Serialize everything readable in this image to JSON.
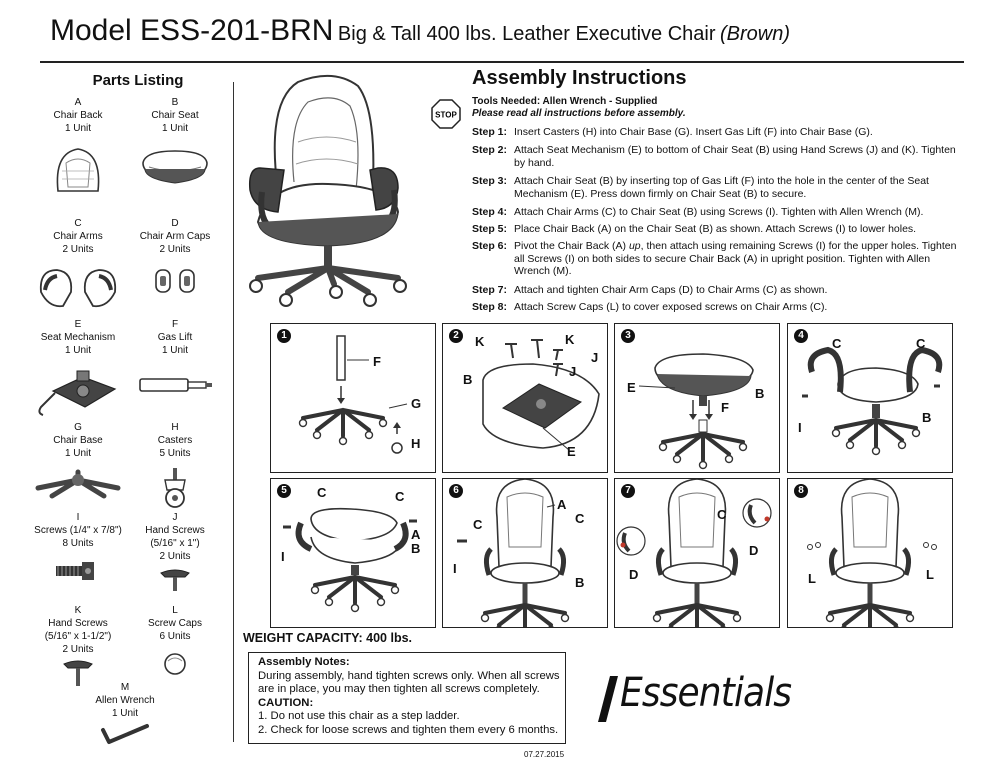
{
  "header": {
    "model": "Model ESS-201-BRN",
    "description": "Big & Tall 400 lbs. Leather Executive Chair",
    "color_note": "(Brown)"
  },
  "parts": {
    "title": "Parts Listing",
    "items": [
      {
        "letter": "A",
        "name": "Chair Back",
        "qty": "1 Unit",
        "icon": "chair-back-icon"
      },
      {
        "letter": "B",
        "name": "Chair Seat",
        "qty": "1 Unit",
        "icon": "chair-seat-icon"
      },
      {
        "letter": "C",
        "name": "Chair Arms",
        "qty": "2 Units",
        "icon": "chair-arms-icon"
      },
      {
        "letter": "D",
        "name": "Chair Arm Caps",
        "qty": "2 Units",
        "icon": "arm-caps-icon"
      },
      {
        "letter": "E",
        "name": "Seat Mechanism",
        "qty": "1 Unit",
        "icon": "seat-mechanism-icon"
      },
      {
        "letter": "F",
        "name": "Gas Lift",
        "qty": "1 Unit",
        "icon": "gas-lift-icon"
      },
      {
        "letter": "G",
        "name": "Chair Base",
        "qty": "1 Unit",
        "icon": "chair-base-icon"
      },
      {
        "letter": "H",
        "name": "Casters",
        "qty": "5 Units",
        "icon": "caster-icon"
      },
      {
        "letter": "I",
        "name": "Screws (1/4\" x 7/8\")",
        "qty": "8 Units",
        "icon": "screw-icon"
      },
      {
        "letter": "J",
        "name": "Hand Screws",
        "size": "(5/16\" x 1\")",
        "qty": "2 Units",
        "icon": "hand-screw-icon"
      },
      {
        "letter": "K",
        "name": "Hand Screws",
        "size": "(5/16\" x 1-1/2\")",
        "qty": "2 Units",
        "icon": "hand-screw-long-icon"
      },
      {
        "letter": "L",
        "name": "Screw Caps",
        "qty": "6 Units",
        "icon": "screw-cap-icon"
      },
      {
        "letter": "M",
        "name": "Allen Wrench",
        "qty": "1 Unit",
        "icon": "allen-wrench-icon"
      }
    ]
  },
  "assembly": {
    "title": "Assembly Instructions",
    "stop_badge": "STOP",
    "tools_needed": "Tools Needed: Allen Wrench - Supplied",
    "read_all": "Please read all instructions before assembly.",
    "steps": [
      {
        "label": "Step 1:",
        "text": "Insert Casters (H) into Chair Base (G). Insert Gas Lift (F) into Chair Base (G)."
      },
      {
        "label": "Step 2:",
        "text": "Attach Seat Mechanism (E) to bottom of Chair Seat (B) using Hand Screws (J) and (K). Tighten by hand."
      },
      {
        "label": "Step 3:",
        "text": "Attach Chair Seat (B) by inserting top of Gas Lift (F) into the hole in the center of the Seat Mechanism (E). Press down firmly on Chair Seat (B) to secure."
      },
      {
        "label": "Step 4:",
        "text": "Attach Chair Arms (C) to Chair Seat (B) using Screws (I). Tighten with Allen Wrench (M)."
      },
      {
        "label": "Step 5:",
        "text": "Place Chair Back (A) on the Chair Seat (B) as shown. Attach Screws (I) to lower holes."
      },
      {
        "label": "Step 6:",
        "text_before": "Pivot the Chair Back (A) ",
        "text_em": "up",
        "text_after": ", then attach using remaining Screws (I) for the upper holes. Tighten all Screws (I) on both sides to secure Chair Back (A) in upright position. Tighten with Allen Wrench (M)."
      },
      {
        "label": "Step 7:",
        "text": "Attach and tighten Chair Arm Caps (D) to Chair Arms (C) as shown."
      },
      {
        "label": "Step 8:",
        "text": "Attach Screw Caps (L) to cover exposed screws on Chair Arms (C)."
      }
    ]
  },
  "diagrams": [
    {
      "num": "1",
      "labels": [
        "F",
        "G",
        "H"
      ]
    },
    {
      "num": "2",
      "labels": [
        "K",
        "K",
        "J",
        "J",
        "B",
        "E"
      ]
    },
    {
      "num": "3",
      "labels": [
        "E",
        "F",
        "B"
      ]
    },
    {
      "num": "4",
      "labels": [
        "C",
        "C",
        "B",
        "I"
      ]
    },
    {
      "num": "5",
      "labels": [
        "C",
        "C",
        "A",
        "B",
        "I"
      ]
    },
    {
      "num": "6",
      "labels": [
        "A",
        "C",
        "C",
        "I",
        "B"
      ]
    },
    {
      "num": "7",
      "labels": [
        "C",
        "D",
        "D"
      ]
    },
    {
      "num": "8",
      "labels": [
        "L",
        "L"
      ]
    }
  ],
  "weight_capacity": "WEIGHT CAPACITY: 400 lbs.",
  "notes": {
    "title": "Assembly Notes:",
    "text": "During assembly, hand tighten screws only. When all screws are in place, you may then tighten all screws completely.",
    "caution_title": "CAUTION:",
    "cautions": [
      "1. Do not use this chair as a step ladder.",
      "2. Check for loose screws and tighten them every 6 months."
    ]
  },
  "brand": "Essentials",
  "date": "07.27.2015"
}
